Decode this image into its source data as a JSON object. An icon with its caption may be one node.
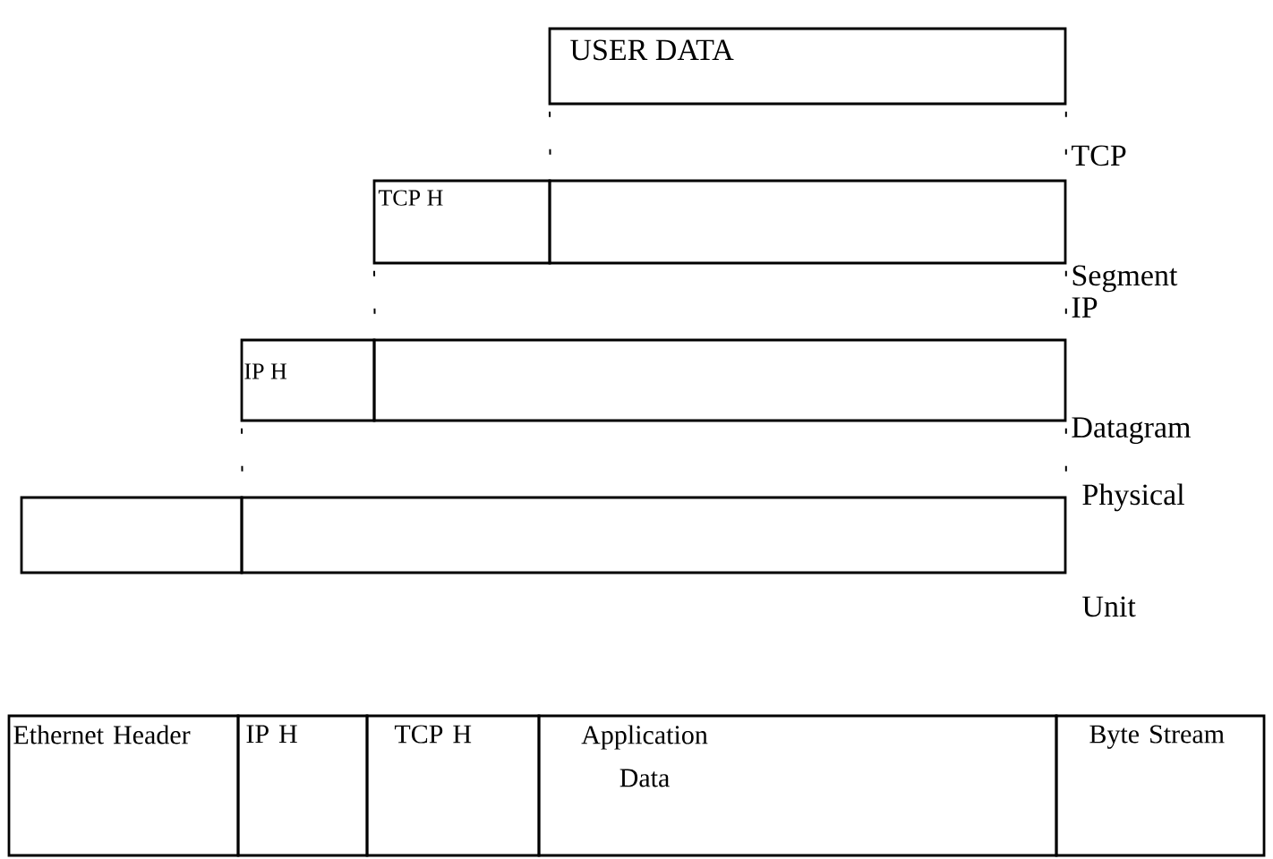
{
  "diagram": {
    "nodes": [
      {
        "text": [
          "USER DATA"
        ]
      },
      {
        "text": [
          "TCP H"
        ]
      },
      {
        "text": [],
        "shape": "box",
        "beside": [
          "TCP",
          "Segment"
        ]
      },
      {
        "text": [
          "IP H"
        ]
      },
      {
        "text": [],
        "shape": "box",
        "beside": [
          "IP",
          "Datagram"
        ]
      },
      {
        "text": [],
        "shape": "box"
      },
      {
        "text": [],
        "shape": "box",
        "beside": [
          "Physical",
          "Unit"
        ]
      },
      {
        "text": [
          "Ethernet Header"
        ]
      },
      {
        "text": [
          "IP H"
        ]
      },
      {
        "text": [
          "TCP H"
        ]
      },
      {
        "text": [
          "Application Data"
        ]
      },
      {
        "text": [
          "Byte Stream"
        ]
      }
    ],
    "edges": [
      {
        "from": 0,
        "to": 1,
        "arrow": "none",
        "style": "dashed"
      },
      {
        "from": 0,
        "to": 2,
        "arrow": "none",
        "style": "dashed"
      },
      {
        "from": 1,
        "to": 3,
        "arrow": "none",
        "style": "dashed"
      },
      {
        "from": 2,
        "to": 4,
        "arrow": "none",
        "style": "dashed"
      },
      {
        "from": 3,
        "to": 5,
        "arrow": "none",
        "style": "dashed"
      },
      {
        "from": 4,
        "to": 6,
        "arrow": "none",
        "style": "dashed"
      }
    ]
  }
}
